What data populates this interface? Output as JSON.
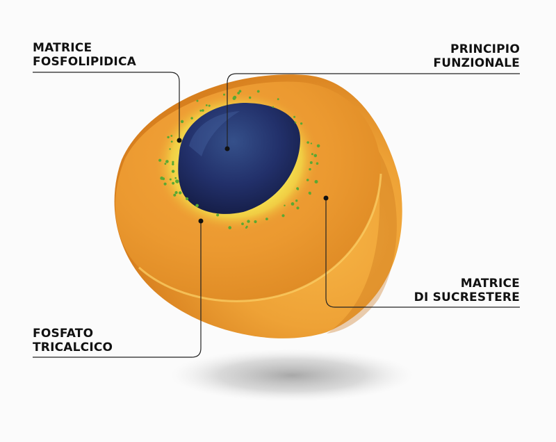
{
  "labels": {
    "matrice_fosfolipidica": [
      "MATRICE",
      "FOSFOLIPIDICA"
    ],
    "principio_funzionale": [
      "PRINCIPIO",
      "FUNZIONALE"
    ],
    "matrice_sucrestere": [
      "MATRICE",
      "DI SUCRESTERE"
    ],
    "fosfato_tricalcico": [
      "FOSFATO",
      "TRICALCICO"
    ]
  },
  "colors": {
    "outer_shell": "#f0a632",
    "cut_face": "#e8952c",
    "yellow_ring": "#f2e54a",
    "core": "#1d2a5c",
    "particles": "#5aa832",
    "leader_lines": "#222222",
    "shadow": "#9a9a9a"
  }
}
